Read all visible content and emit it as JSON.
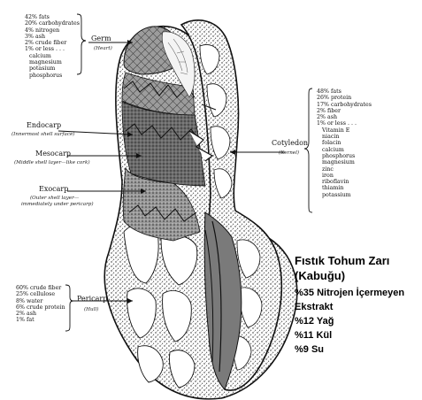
{
  "germ": {
    "label": "Germ",
    "sub": "(Heart)",
    "composition": [
      "42% fats",
      "20% carbohydrates",
      "4% nitrogen",
      "3% ash",
      "2% crude fiber",
      "1% or less . . .",
      "calcium",
      "magnesium",
      "potasium",
      "phosphorus"
    ]
  },
  "endocarp": {
    "label": "Endocarp",
    "sub": "(Innermost shell surface)"
  },
  "mesocarp": {
    "label": "Mesocarp",
    "sub": "(Middle shell layer—like cork)"
  },
  "exocarp": {
    "label": "Exocarp",
    "sub_line1": "(Outer shell layer—",
    "sub_line2": "immediately under pericarp)"
  },
  "cotyledon": {
    "label": "Cotyledon",
    "sub": "(Kernel)",
    "composition": [
      "48% fats",
      "26% protein",
      "17% carbohydrates",
      "2% fiber",
      "2% ash",
      "1% or less . . .",
      "Vitamin E",
      "niacin",
      "folacin",
      "calcium",
      "phosphorus",
      "magnesium",
      "zinc",
      "iron",
      "riboflavin",
      "thiamin",
      "potassium"
    ]
  },
  "pericarp": {
    "label": "Pericarp",
    "sub": "(Hull)",
    "composition": [
      "60% crude fiber",
      "25% cellulose",
      "8% water",
      "6% crude protein",
      "2% ash",
      "1% fat"
    ]
  },
  "seed_coat": {
    "title_line1": "Fıstık Tohum Zarı",
    "title_line2": "(Kabuğu)",
    "lines": [
      "%35 Nitrojen İçermeyen",
      "Ekstrakt",
      "%12 Yağ",
      "%11 Kül",
      "%9 Su"
    ]
  }
}
